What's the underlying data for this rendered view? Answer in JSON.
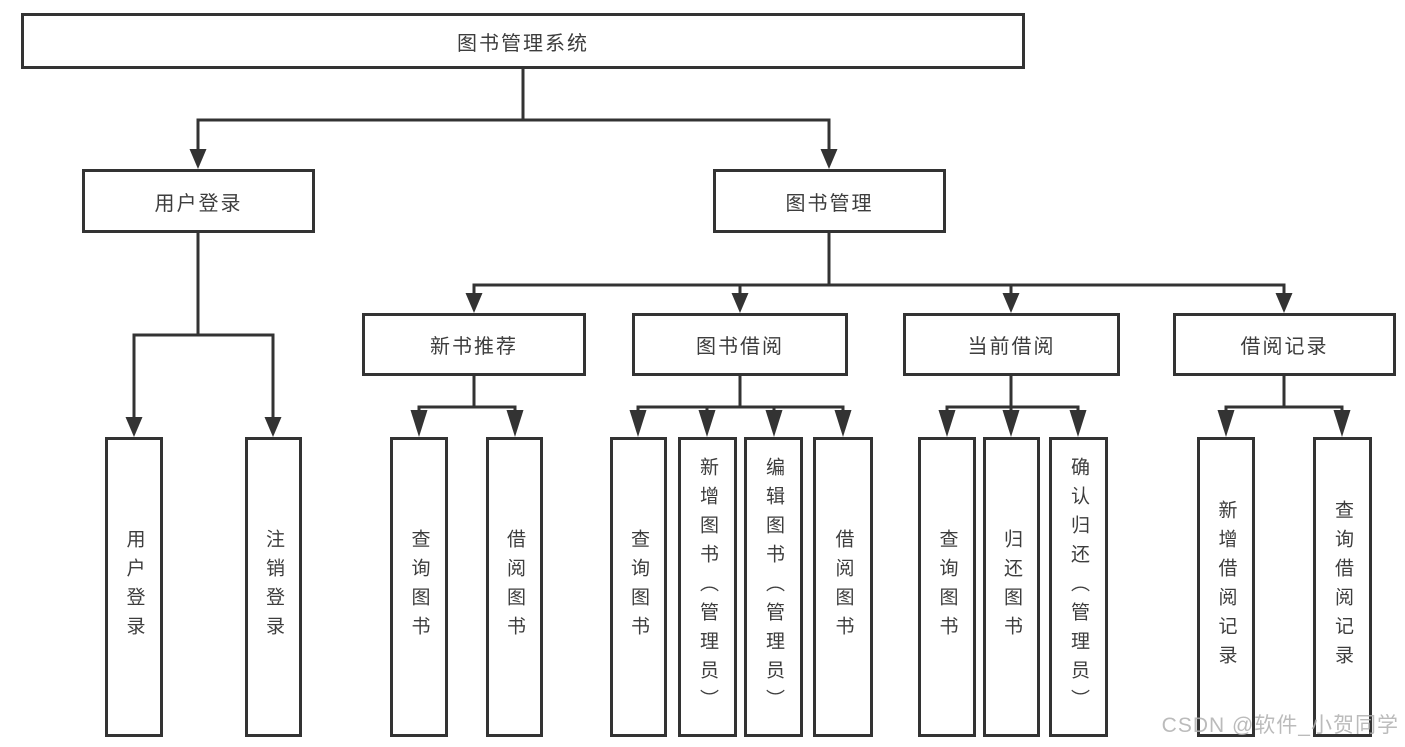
{
  "tree": {
    "label": "图书管理系统",
    "children": [
      {
        "label": "用户登录",
        "children": [
          {
            "label": "用户登录"
          },
          {
            "label": "注销登录"
          }
        ]
      },
      {
        "label": "图书管理",
        "children": [
          {
            "label": "新书推荐",
            "children": [
              {
                "label": "查询图书"
              },
              {
                "label": "借阅图书"
              }
            ]
          },
          {
            "label": "图书借阅",
            "children": [
              {
                "label": "查询图书"
              },
              {
                "label": "新增图书（管理员）"
              },
              {
                "label": "编辑图书（管理员）"
              },
              {
                "label": "借阅图书"
              }
            ]
          },
          {
            "label": "当前借阅",
            "children": [
              {
                "label": "查询图书"
              },
              {
                "label": "归还图书"
              },
              {
                "label": "确认归还（管理员）"
              }
            ]
          },
          {
            "label": "借阅记录",
            "children": [
              {
                "label": "新增借阅记录"
              },
              {
                "label": "查询借阅记录"
              }
            ]
          }
        ]
      }
    ]
  },
  "watermark": {
    "text": "CSDN @软件_小贺同学"
  },
  "colors": {
    "line": "#333333",
    "text": "#3d3d3d",
    "watermark": "#b0b0b0",
    "background": "#ffffff"
  }
}
